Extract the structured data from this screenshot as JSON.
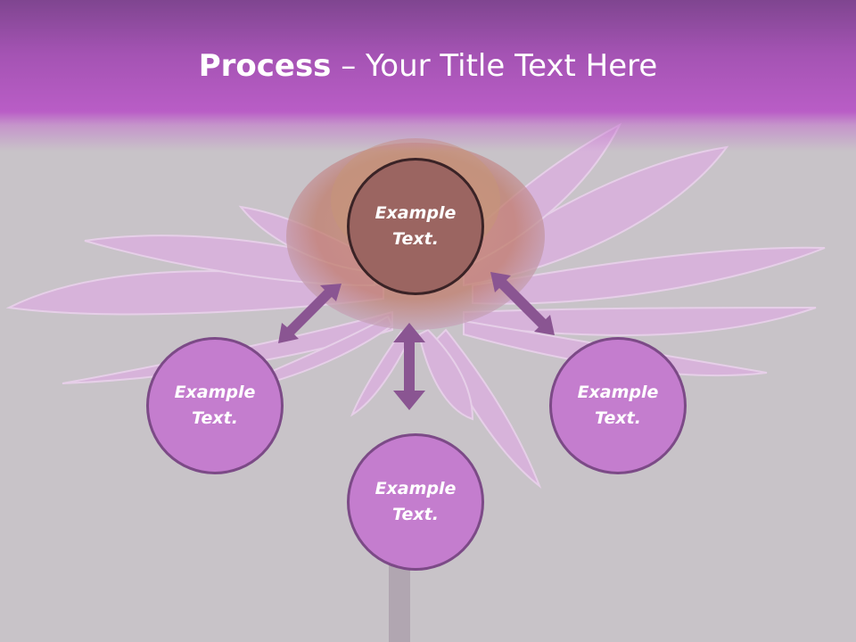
{
  "slide": {
    "title_bold": "Process",
    "title_rest": " – Your Title Text Here"
  },
  "nodes": {
    "top": {
      "line1": "Example",
      "line2": "Text."
    },
    "left": {
      "line1": "Example",
      "line2": "Text."
    },
    "bottom": {
      "line1": "Example",
      "line2": "Text."
    },
    "right": {
      "line1": "Example",
      "line2": "Text."
    }
  },
  "colors": {
    "title_band": "#b95dc6",
    "node_fill": "#c47dce",
    "node_border": "#7c4a87",
    "center_fill": "#9b6561",
    "arrow": "#8a5592",
    "background": "#c8c3c8"
  },
  "icons": {
    "background_image": "purple-coneflower-photo",
    "arrows": "double-headed-arrow"
  }
}
